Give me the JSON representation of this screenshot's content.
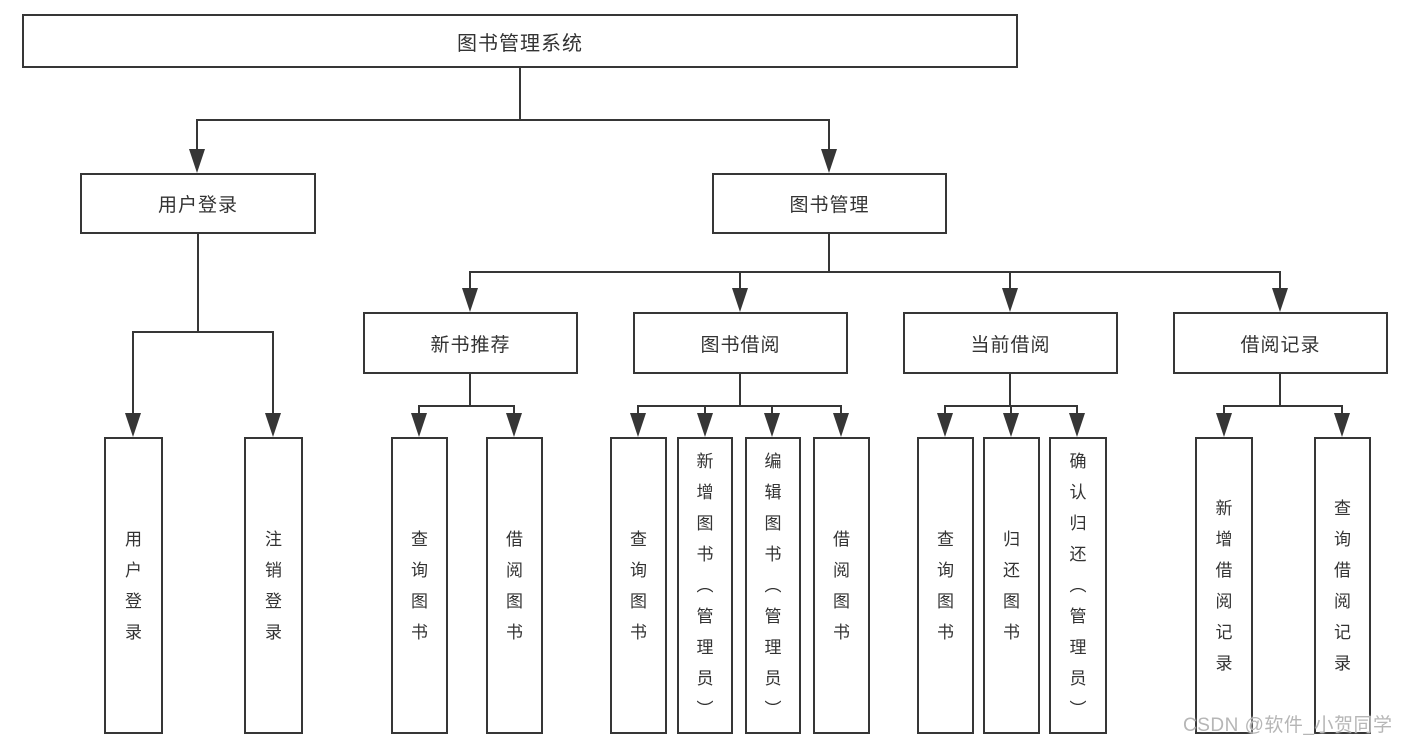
{
  "tree": {
    "root": {
      "label": "图书管理系统"
    },
    "level2": [
      {
        "label": "用户登录",
        "children": [
          "用户登录",
          "注销登录"
        ]
      },
      {
        "label": "图书管理"
      }
    ],
    "level3": [
      {
        "label": "新书推荐",
        "children": [
          "查询图书",
          "借阅图书"
        ]
      },
      {
        "label": "图书借阅",
        "children": [
          "查询图书",
          "新增图书（管理员）",
          "编辑图书（管理员）",
          "借阅图书"
        ]
      },
      {
        "label": "当前借阅",
        "children": [
          "查询图书",
          "归还图书",
          "确认归还（管理员）"
        ]
      },
      {
        "label": "借阅记录",
        "children": [
          "新增借阅记录",
          "查询借阅记录"
        ]
      }
    ]
  },
  "watermark": {
    "text": "CSDN @软件_小贺同学"
  },
  "colors": {
    "line": "#363636",
    "text": "#333333",
    "watermark": "#b6b6b6",
    "background": "#ffffff"
  }
}
